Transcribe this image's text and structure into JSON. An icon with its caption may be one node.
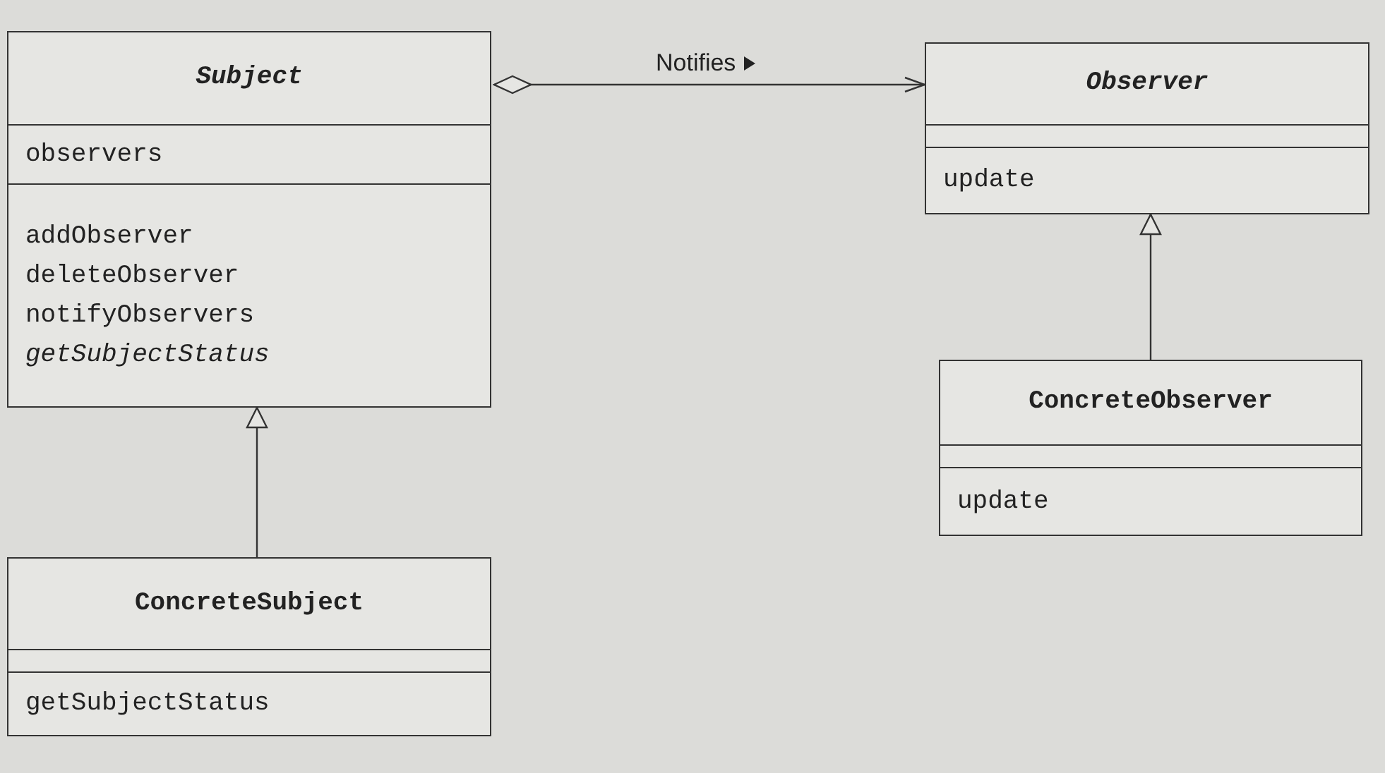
{
  "diagram": {
    "nodes": [
      {
        "text": [
          "Subject",
          "observers",
          "addObserver",
          "deleteObserver",
          "notifyObservers",
          "*getSubjectStatus*"
        ]
      },
      {
        "text": [
          "Observer",
          "update"
        ]
      },
      {
        "text": [
          "ConcreteObserver",
          "update"
        ]
      },
      {
        "text": [
          "ConcreteSubject",
          "getSubjectStatus"
        ]
      }
    ],
    "edges": [
      {
        "from": 0,
        "to": 1,
        "arrow": "to",
        "label": "Notifies"
      },
      {
        "from": 2,
        "to": 1,
        "arrow": "to"
      },
      {
        "from": 3,
        "to": 0,
        "arrow": "to"
      }
    ]
  }
}
